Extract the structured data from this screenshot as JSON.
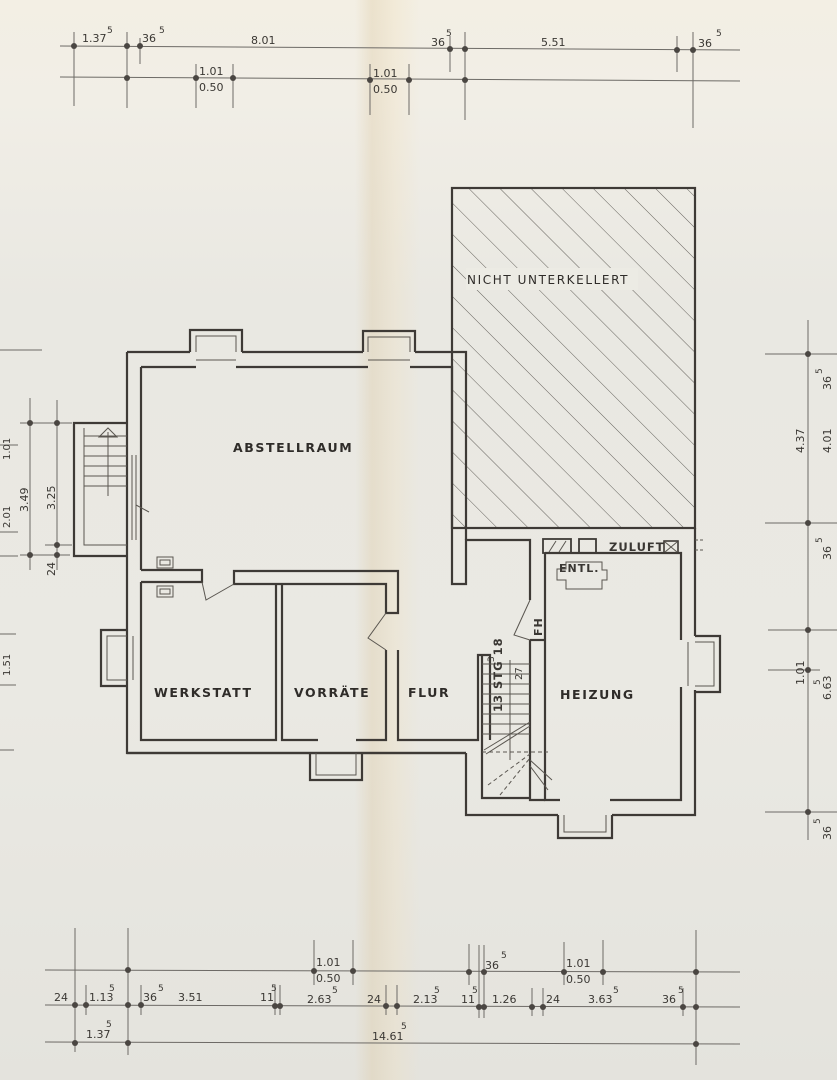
{
  "drawing": {
    "type": "floor-plan",
    "level": "basement",
    "line_color": "#3e3a36",
    "paper_color": "#ecebe4"
  },
  "rooms": {
    "abstellraum": "ABSTELLRAUM",
    "werkstatt": "WERKSTATT",
    "vorraete": "VORRÄTE",
    "flur": "FLUR",
    "heizung": "HEIZUNG",
    "nicht_unterkellert": "NICHT UNTERKELLERT"
  },
  "annotations": {
    "stair": "13 STG 18",
    "stair_sup": "3",
    "stair_tread": "27",
    "fh": "FH",
    "entl": "ENTL.",
    "zuluft": "ZULUFT"
  },
  "dimensions": {
    "top": {
      "row1": [
        {
          "v": "1.37",
          "s": "5"
        },
        {
          "v": "36",
          "s": "5"
        },
        {
          "v": "8.01",
          "s": ""
        },
        {
          "v": "36",
          "s": "5"
        },
        {
          "v": "5.51",
          "s": ""
        },
        {
          "v": "36",
          "s": "5"
        }
      ],
      "row2": [
        {
          "v": "1.01",
          "sub": "0.50"
        },
        {
          "v": "1.01",
          "sub": "0.50"
        }
      ]
    },
    "left": {
      "outer_a": "1.01",
      "outer_b": "2.01",
      "outer_c": "1.51",
      "mid": "3.49",
      "inner": "3.25",
      "small": "24"
    },
    "right": {
      "a": "4.37",
      "b": "4.01",
      "c_top": {
        "v": "36",
        "s": "5"
      },
      "c_mid": {
        "v": "36",
        "s": "5"
      },
      "d": "1.01",
      "d_sup": "5",
      "e": "6.63",
      "f": {
        "v": "36",
        "s": "5"
      }
    },
    "bottom": {
      "row1": [
        {
          "v": "1.01",
          "sub": "0.50"
        },
        {
          "v": "36",
          "s": "5"
        },
        {
          "v": "1.01",
          "sub": "0.50"
        }
      ],
      "row2": [
        {
          "v": "24",
          "s": ""
        },
        {
          "v": "1.13",
          "s": "5"
        },
        {
          "v": "36",
          "s": "5"
        },
        {
          "v": "3.51",
          "s": ""
        },
        {
          "v": "11",
          "s": "5"
        },
        {
          "v": "2.63",
          "s": "5"
        },
        {
          "v": "24",
          "s": ""
        },
        {
          "v": "2.13",
          "s": "5"
        },
        {
          "v": "11",
          "s": "5"
        },
        {
          "v": "1.26",
          "s": ""
        },
        {
          "v": "24",
          "s": ""
        },
        {
          "v": "3.63",
          "s": "5"
        },
        {
          "v": "36",
          "s": "5"
        }
      ],
      "row3": [
        {
          "v": "1.37",
          "s": "5"
        },
        {
          "v": "14.61",
          "s": "5"
        }
      ]
    }
  }
}
